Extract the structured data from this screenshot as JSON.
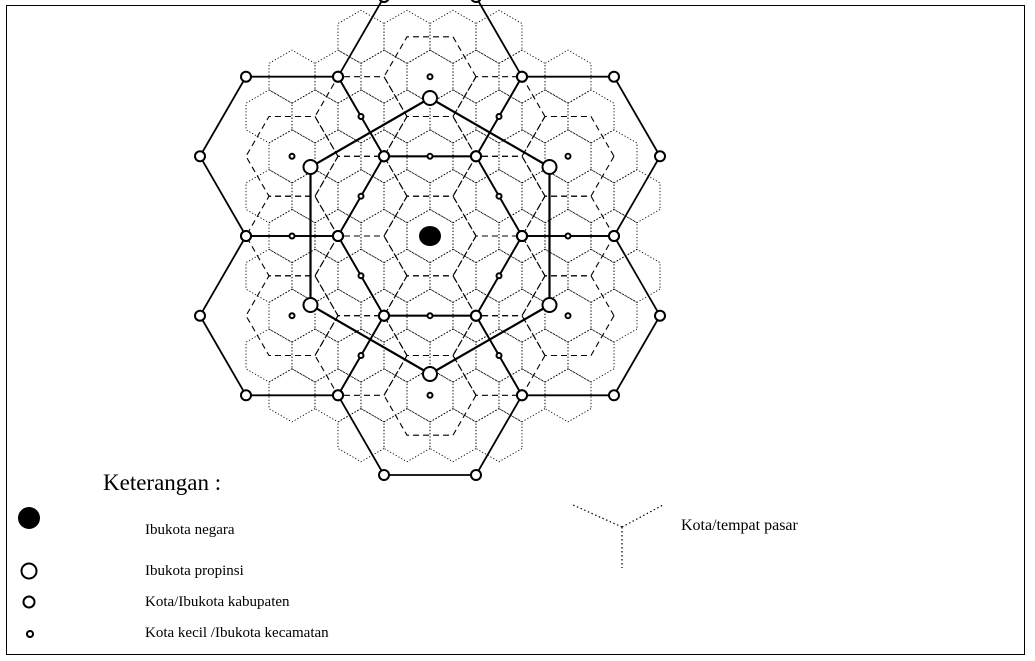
{
  "legend": {
    "title": "Keterangan :",
    "items": [
      {
        "label": "Ibukota negara",
        "symbol": "large-filled-circle"
      },
      {
        "label": "Ibukota propinsi",
        "symbol": "large-open-circle"
      },
      {
        "label": "Kota/Ibukota kabupaten",
        "symbol": "medium-open-circle"
      },
      {
        "label": "Kota kecil /Ibukota kecamatan",
        "symbol": "small-open-circle"
      },
      {
        "label": "Kota/tempat pasar",
        "symbol": "dotted-three-branch-mark"
      }
    ]
  },
  "colors": {
    "ink": "#000000",
    "paper": "#ffffff"
  }
}
